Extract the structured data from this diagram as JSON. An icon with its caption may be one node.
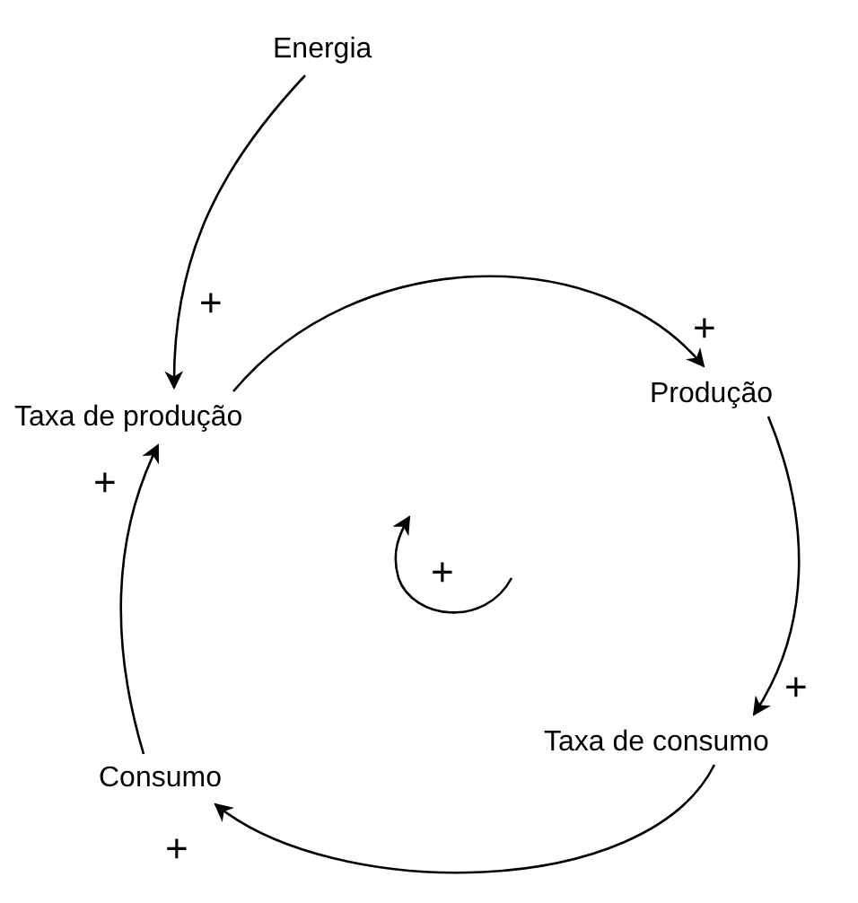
{
  "diagram": {
    "nodes": [
      {
        "text": [
          "Energia"
        ]
      },
      {
        "text": [
          "Taxa de produção"
        ]
      },
      {
        "text": [
          "Produção"
        ]
      },
      {
        "text": [
          "Taxa de consumo"
        ]
      },
      {
        "text": [
          "Consumo"
        ]
      }
    ],
    "edges": [
      {
        "from": 0,
        "to": 1,
        "arrow": "to",
        "label": "+"
      },
      {
        "from": 1,
        "to": 2,
        "arrow": "to",
        "label": "+"
      },
      {
        "from": 2,
        "to": 3,
        "arrow": "to",
        "label": "+"
      },
      {
        "from": 3,
        "to": 4,
        "arrow": "to",
        "label": "+"
      },
      {
        "from": 4,
        "to": 1,
        "arrow": "to",
        "label": "+"
      }
    ],
    "labels": [
      "+"
    ]
  }
}
